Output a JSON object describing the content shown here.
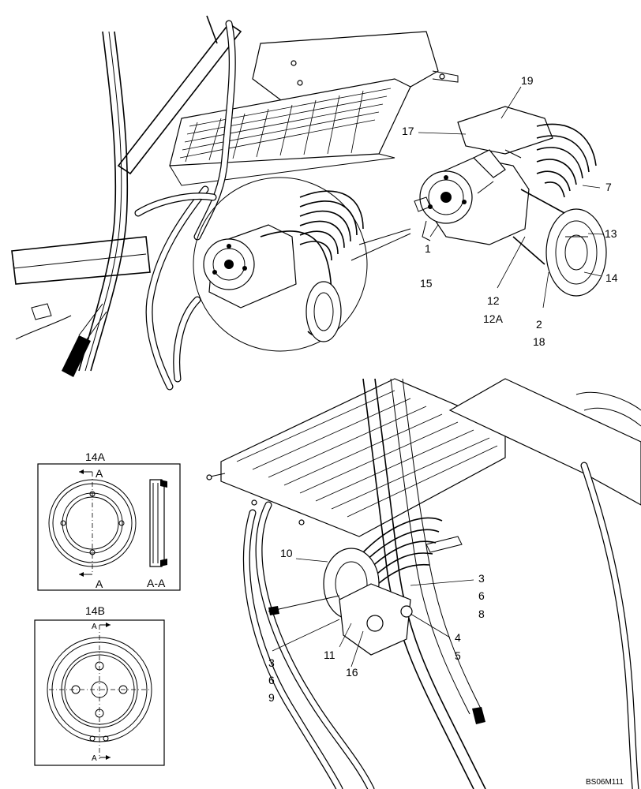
{
  "callouts": {
    "c19": "19",
    "c17": "17",
    "c7": "7",
    "c13": "13",
    "c14": "14",
    "c1": "1",
    "c15": "15",
    "c12": "12",
    "c12a": "12A",
    "c2": "2",
    "c18": "18",
    "c10": "10",
    "c3_right": "3",
    "c6_right": "6",
    "c8": "8",
    "c4": "4",
    "c5": "5",
    "c11": "11",
    "c16": "16",
    "c3_left": "3",
    "c6_left": "6",
    "c9": "9"
  },
  "detail_14a": {
    "title": "14A",
    "section_top": "A",
    "section_bottom": "A",
    "section_view_label": "A-A"
  },
  "detail_14b": {
    "title": "14B",
    "axis_top": "A",
    "axis_bottom": "A"
  },
  "figure_ref": "BS06M111"
}
